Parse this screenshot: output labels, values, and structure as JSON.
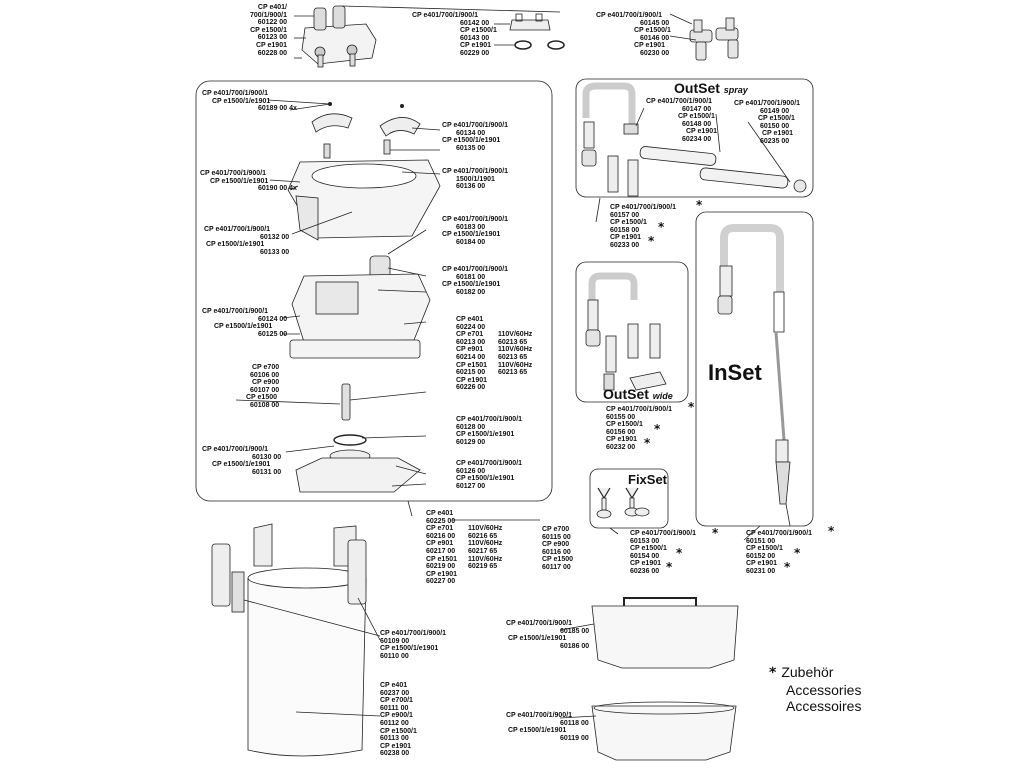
{
  "labels": [
    {
      "id": "A",
      "lines": [
        "CP e401/",
        "700/1/900/1",
        "60122 00",
        "CP e1500/1",
        "60123 00",
        "CP e1901",
        "60228 00"
      ]
    },
    {
      "id": "B",
      "lines": [
        "CP e401/700/1/900/1",
        "60142 00",
        "CP e1500/1",
        "60143 00",
        "CP e1901",
        "60229 00"
      ]
    },
    {
      "id": "C",
      "lines": [
        "CP e401/700/1/900/1",
        "60145 00",
        "CP e1500/1",
        "60146 00",
        "CP e1901",
        "60230 00"
      ]
    },
    {
      "id": "D",
      "lines": [
        "CP e401/700/1/900/1",
        "CP e1500/1/e1901",
        "60189 00 4x"
      ]
    },
    {
      "id": "E",
      "lines": [
        "CP e401/700/1/900/1",
        "60134 00",
        "CP e1500/1/e1901",
        "60135 00"
      ]
    },
    {
      "id": "F",
      "lines": [
        "CP e401/700/1/900/1",
        "1500/1/1901",
        "60136 00"
      ]
    },
    {
      "id": "G",
      "lines": [
        "CP e401/700/1/900/1",
        "CP e1500/1/e1901",
        "60190 00 4x"
      ]
    },
    {
      "id": "H",
      "lines": [
        "CP e401/700/1/900/1",
        "60132 00",
        "CP e1500/1/e1901",
        "60133 00"
      ]
    },
    {
      "id": "I",
      "lines": [
        "CP e401/700/1/900/1",
        "60183 00",
        "CP e1500/1/e1901",
        "60184 00"
      ]
    },
    {
      "id": "J",
      "lines": [
        "CP e401/700/1/900/1",
        "60181 00",
        "CP e1500/1/e1901",
        "60182 00"
      ]
    },
    {
      "id": "K",
      "lines": [
        "CP e401/700/1/900/1",
        "60124 00",
        "CP e1500/1/e1901",
        "60125 00"
      ]
    },
    {
      "id": "L",
      "lines": [
        "CP e401",
        "60224 00",
        "CP e701",
        "60213 00",
        "CP e901",
        "60214 00",
        "CP e1501",
        "60215 00",
        "CP e1901",
        "60226 00"
      ]
    },
    {
      "id": "L2",
      "lines": [
        "",
        "",
        "110V/60Hz",
        "60213 65",
        "110V/60Hz",
        "60213 65",
        "110V/60Hz",
        "60213 65"
      ]
    },
    {
      "id": "M",
      "lines": [
        "CP e700",
        "60106 00",
        "CP e900",
        "60107 00",
        "CP e1500",
        "60108 00"
      ]
    },
    {
      "id": "N",
      "lines": [
        "CP e401/700/1/900/1",
        "60128 00",
        "CP e1500/1/e1901",
        "60129 00"
      ]
    },
    {
      "id": "O",
      "lines": [
        "CP e401/700/1/900/1",
        "60130 00",
        "CP e1500/1/e1901",
        "60131 00"
      ]
    },
    {
      "id": "P",
      "lines": [
        "CP e401/700/1/900/1",
        "60126 00",
        "CP e1500/1/e1901",
        "60127 00"
      ]
    },
    {
      "id": "Q",
      "lines": [
        "CP e401/700/1/900/1",
        "60147 00",
        "CP e1500/1",
        "60148 00",
        "CP e1901",
        "60234 00"
      ]
    },
    {
      "id": "R",
      "lines": [
        "CP e401/700/1/900/1",
        "60149 00",
        "CP e1500/1",
        "60150 00",
        "CP e1901",
        "60235 00"
      ]
    },
    {
      "id": "S",
      "lines": [
        "CP e401/700/1/900/1",
        "60157 00",
        "CP e1500/1",
        "60158 00",
        "CP e1901",
        "60233 00"
      ]
    },
    {
      "id": "T",
      "lines": [
        "CP e401/700/1/900/1",
        "60155 00",
        "CP e1500/1",
        "60156 00",
        "CP e1901",
        "60232 00"
      ]
    },
    {
      "id": "U",
      "lines": [
        "CP e401/700/1/900/1",
        "60153 00",
        "CP e1500/1",
        "60154 00",
        "CP e1901",
        "60236 00"
      ]
    },
    {
      "id": "V",
      "lines": [
        "CP e401/700/1/900/1",
        "60151 00",
        "CP e1500/1",
        "60152 00",
        "CP e1901",
        "60231 00"
      ]
    },
    {
      "id": "W",
      "lines": [
        "CP e401",
        "60225 00",
        "CP e701",
        "60216 00",
        "CP e901",
        "60217 00",
        "CP e1501",
        "60219 00",
        "CP e1901",
        "60227 00"
      ]
    },
    {
      "id": "W2",
      "lines": [
        "",
        "",
        "110V/60Hz",
        "60216 65",
        "110V/60Hz",
        "60217 65",
        "110V/60Hz",
        "60219 65"
      ]
    },
    {
      "id": "X",
      "lines": [
        "CP e700",
        "60115 00",
        "CP e900",
        "60116 00",
        "CP e1500",
        "60117 00"
      ]
    },
    {
      "id": "Y",
      "lines": [
        "CP e401/700/1/900/1",
        "60109 00",
        "CP e1500/1/e1901",
        "60110 00"
      ]
    },
    {
      "id": "Z",
      "lines": [
        "CP e401",
        "60237 00",
        "CP e700/1",
        "60111 00",
        "CP e900/1",
        "60112 00",
        "CP e1500/1",
        "60113 00",
        "CP e1901",
        "60238 00"
      ]
    },
    {
      "id": "AA",
      "lines": [
        "CP e401/700/1/900/1",
        "60185 00",
        "CP e1500/1/e1901",
        "60186 00"
      ]
    },
    {
      "id": "AB",
      "lines": [
        "CP e401/700/1/900/1",
        "60118 00",
        "CP e1500/1/e1901",
        "60119 00"
      ]
    }
  ],
  "titles": {
    "outset_spray": {
      "main": "OutSet",
      "sub": "spray"
    },
    "outset_wide": {
      "main": "OutSet",
      "sub": "wide"
    },
    "fixset": "FixSet",
    "inset": "InSet"
  },
  "accessory_mark": "*",
  "legend": [
    "Zubehör",
    "Accessories",
    "Accessoires"
  ]
}
